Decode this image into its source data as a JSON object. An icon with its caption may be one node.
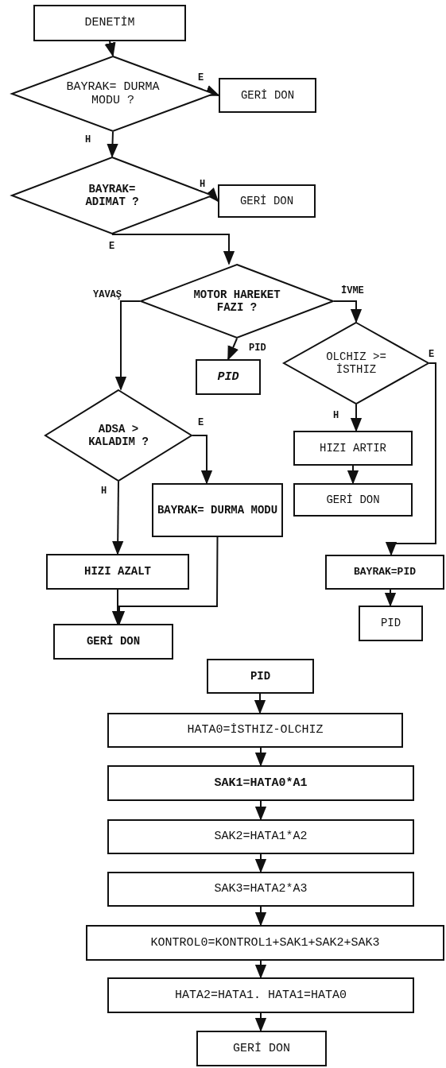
{
  "diagram": {
    "nodes": [
      {
        "text": [
          "DENETİM"
        ]
      },
      {
        "text": [
          "BAYRAK= DURMA MODU ?"
        ]
      },
      {
        "text": [
          "GERİ DON"
        ]
      },
      {
        "text": [
          "BAYRAK= ADIMAT ?"
        ]
      },
      {
        "text": [
          "GERİ DON"
        ]
      },
      {
        "text": [
          "MOTOR HAREKET FAZI ?"
        ]
      },
      {
        "text": [
          "PID"
        ]
      },
      {
        "text": [
          "OLCHIZ >= İSTHIZ"
        ]
      },
      {
        "text": [
          "ADSA > KALADIM ?"
        ]
      },
      {
        "text": [
          "BAYRAK= DURMA MODU"
        ]
      },
      {
        "text": [
          "HIZI ARTIR"
        ]
      },
      {
        "text": [
          "GERİ DON"
        ]
      },
      {
        "text": [
          "HIZI AZALT"
        ]
      },
      {
        "text": [
          "BAYRAK=PID"
        ]
      },
      {
        "text": [
          "PID"
        ]
      },
      {
        "text": [
          "GERİ DON"
        ]
      },
      {
        "text": [
          "PID"
        ]
      },
      {
        "text": [
          "HATA0=İSTHIZ-OLCHIZ"
        ]
      },
      {
        "text": [
          "SAK1=HATA0*A1"
        ]
      },
      {
        "text": [
          "SAK2=HATA1*A2"
        ]
      },
      {
        "text": [
          "SAK3=HATA2*A3"
        ]
      },
      {
        "text": [
          "KONTROL0=KONTROL1+SAK1+SAK2+SAK3"
        ]
      },
      {
        "text": [
          "HATA2=HATA1. HATA1=HATA0"
        ]
      },
      {
        "text": [
          "GERİ DON"
        ]
      }
    ],
    "edges": [
      {
        "from": 0,
        "to": 1,
        "arrow": "to"
      },
      {
        "from": 1,
        "to": 2,
        "arrow": "to",
        "label": "E"
      },
      {
        "from": 1,
        "to": 3,
        "arrow": "to",
        "label": "H"
      },
      {
        "from": 3,
        "to": 4,
        "arrow": "to",
        "label": "H"
      },
      {
        "from": 3,
        "to": 5,
        "arrow": "to",
        "label": "E"
      },
      {
        "from": 5,
        "to": 8,
        "arrow": "to",
        "label": "YAVAŞ"
      },
      {
        "from": 5,
        "to": 6,
        "arrow": "to",
        "label": "PID"
      },
      {
        "from": 5,
        "to": 7,
        "arrow": "to",
        "label": "İVME"
      },
      {
        "from": 7,
        "to": 10,
        "arrow": "to",
        "label": "H"
      },
      {
        "from": 7,
        "to": 13,
        "arrow": "to",
        "label": "E"
      },
      {
        "from": 8,
        "to": 12,
        "arrow": "to",
        "label": "H"
      },
      {
        "from": 8,
        "to": 9,
        "arrow": "to",
        "label": "E"
      },
      {
        "from": 10,
        "to": 11,
        "arrow": "to"
      },
      {
        "from": 12,
        "to": 15,
        "arrow": "to"
      },
      {
        "from": 9,
        "to": 15,
        "arrow": "to"
      },
      {
        "from": 13,
        "to": 14,
        "arrow": "to"
      },
      {
        "from": 16,
        "to": 17,
        "arrow": "to"
      },
      {
        "from": 17,
        "to": 18,
        "arrow": "to"
      },
      {
        "from": 18,
        "to": 19,
        "arrow": "to"
      },
      {
        "from": 19,
        "to": 20,
        "arrow": "to"
      },
      {
        "from": 20,
        "to": 21,
        "arrow": "to"
      },
      {
        "from": 21,
        "to": 22,
        "arrow": "to"
      },
      {
        "from": 22,
        "to": 23,
        "arrow": "to"
      }
    ]
  }
}
